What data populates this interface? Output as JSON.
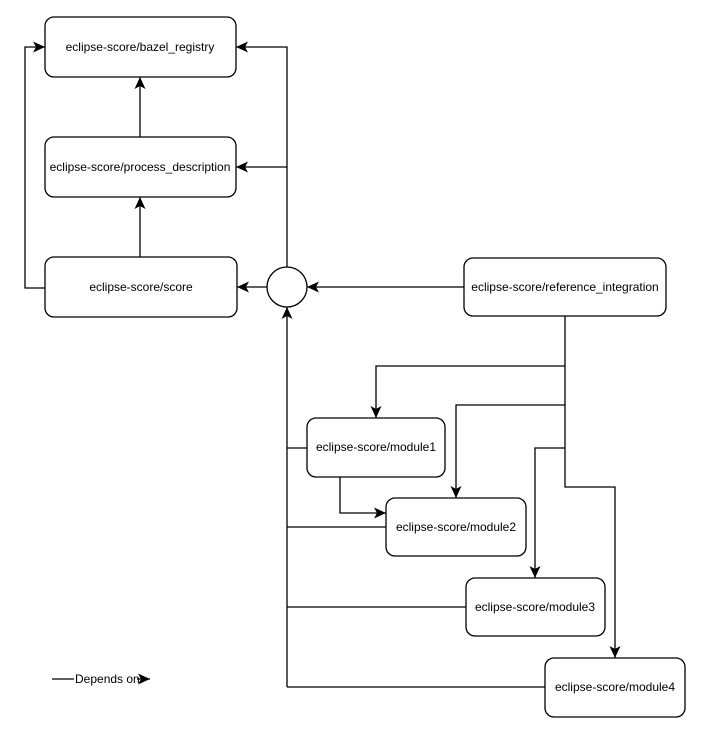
{
  "diagram": {
    "type": "dependency-graph",
    "background": "#ffffff",
    "colors": {
      "stroke": "#000000",
      "node_fill": "#ffffff",
      "text": "#000000"
    },
    "nodes": [
      {
        "id": "bazel_registry",
        "label": "eclipse-score/bazel_registry"
      },
      {
        "id": "process_description",
        "label": "eclipse-score/process_description"
      },
      {
        "id": "score",
        "label": "eclipse-score/score"
      },
      {
        "id": "reference_integration",
        "label": "eclipse-score/reference_integration"
      },
      {
        "id": "module1",
        "label": "eclipse-score/module1"
      },
      {
        "id": "module2",
        "label": "eclipse-score/module2"
      },
      {
        "id": "module3",
        "label": "eclipse-score/module3"
      },
      {
        "id": "module4",
        "label": "eclipse-score/module4"
      }
    ],
    "junction": {
      "shape": "circle",
      "label": ""
    },
    "edges": [
      {
        "from": "score",
        "to": "bazel_registry"
      },
      {
        "from": "score",
        "to": "process_description"
      },
      {
        "from": "process_description",
        "to": "bazel_registry"
      },
      {
        "from": "junction",
        "to": "score"
      },
      {
        "from": "junction",
        "to": "bazel_registry"
      },
      {
        "from": "junction",
        "to": "process_description"
      },
      {
        "from": "reference_integration",
        "to": "junction"
      },
      {
        "from": "module1",
        "to": "junction"
      },
      {
        "from": "module2",
        "to": "junction"
      },
      {
        "from": "module3",
        "to": "junction"
      },
      {
        "from": "module4",
        "to": "junction"
      },
      {
        "from": "reference_integration",
        "to": "module1"
      },
      {
        "from": "reference_integration",
        "to": "module2"
      },
      {
        "from": "reference_integration",
        "to": "module3"
      },
      {
        "from": "reference_integration",
        "to": "module4"
      },
      {
        "from": "module1",
        "to": "module2"
      }
    ],
    "legend": {
      "label": "Depends on"
    }
  }
}
